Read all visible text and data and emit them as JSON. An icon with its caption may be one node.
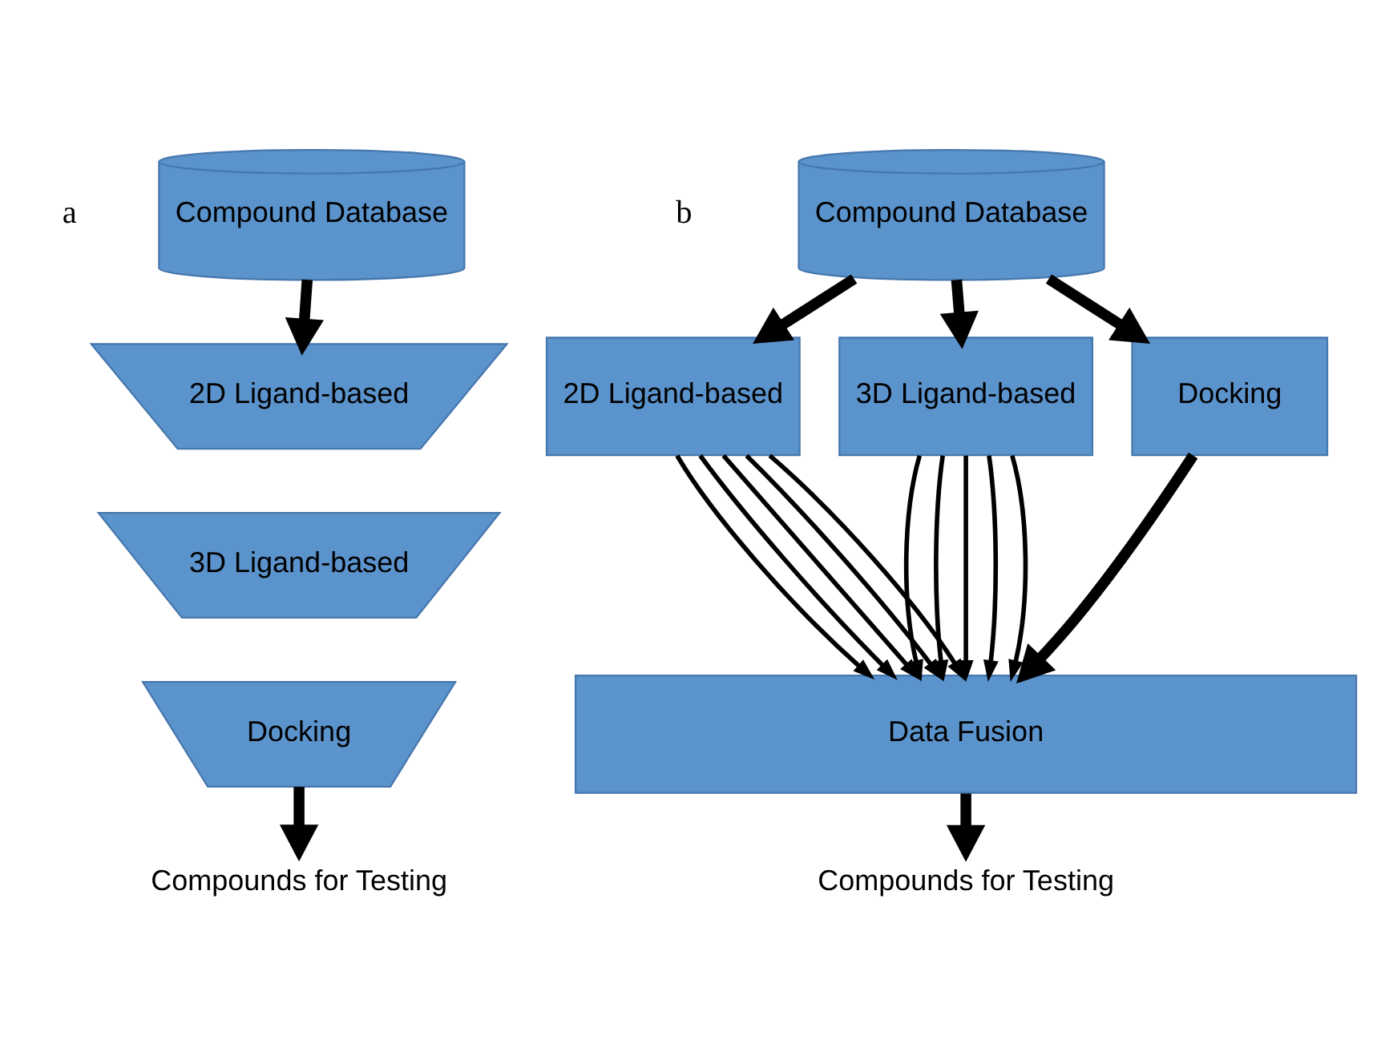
{
  "diagram": {
    "nodes": [
      {
        "text": [
          "Compound Database"
        ]
      },
      {
        "text": [
          "2D Ligand-based"
        ]
      },
      {
        "text": [
          "3D Ligand-based"
        ]
      },
      {
        "text": [
          "Docking"
        ]
      },
      {
        "text": [
          "Compounds for Testing"
        ]
      },
      {
        "text": [
          "Compound Database"
        ]
      },
      {
        "text": [
          "2D Ligand-based"
        ]
      },
      {
        "text": [
          "3D Ligand-based"
        ]
      },
      {
        "text": [
          "Docking"
        ]
      },
      {
        "text": [
          "Data Fusion"
        ]
      },
      {
        "text": [
          "Compounds for Testing"
        ]
      }
    ],
    "edges": [
      {
        "from": 0,
        "to": 1,
        "arrow": "to",
        "style": "thick"
      },
      {
        "from": 3,
        "to": 4,
        "arrow": "to",
        "style": "thick"
      },
      {
        "from": 5,
        "to": 6,
        "arrow": "to",
        "style": "thick"
      },
      {
        "from": 5,
        "to": 7,
        "arrow": "to",
        "style": "thick"
      },
      {
        "from": 5,
        "to": 8,
        "arrow": "to",
        "style": "thick"
      },
      {
        "from": 6,
        "to": 9,
        "arrow": "to"
      },
      {
        "from": 6,
        "to": 9,
        "arrow": "to"
      },
      {
        "from": 6,
        "to": 9,
        "arrow": "to"
      },
      {
        "from": 6,
        "to": 9,
        "arrow": "to"
      },
      {
        "from": 6,
        "to": 9,
        "arrow": "to"
      },
      {
        "from": 7,
        "to": 9,
        "arrow": "to"
      },
      {
        "from": 7,
        "to": 9,
        "arrow": "to"
      },
      {
        "from": 7,
        "to": 9,
        "arrow": "to"
      },
      {
        "from": 7,
        "to": 9,
        "arrow": "to"
      },
      {
        "from": 7,
        "to": 9,
        "arrow": "to"
      },
      {
        "from": 8,
        "to": 9,
        "arrow": "to",
        "style": "thick"
      },
      {
        "from": 9,
        "to": 10,
        "arrow": "to",
        "style": "thick"
      }
    ],
    "labels": [
      "a",
      "b"
    ]
  }
}
